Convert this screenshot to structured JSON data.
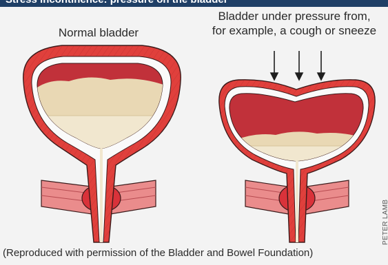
{
  "header": {
    "title": "Stress incontinence: pressure on the bladder"
  },
  "diagram": {
    "normal_label": "Normal bladder",
    "pressure_label_line1": "Bladder under pressure from,",
    "pressure_label_line2": "for example, a cough or sneeze",
    "credit": "(Reproduced with permission of the Bladder and Bowel Foundation)",
    "artist": "PETER LAMB"
  },
  "colors": {
    "muscle_red": "#e0403c",
    "muscle_dark": "#b8262a",
    "wall_white": "#fafafa",
    "lumen": "#c1313a",
    "urine": "#e9d8b4",
    "urine_light": "#f1e7cf",
    "pelvic_muscle": "#ea8c8c",
    "sphincter": "#d9323a",
    "background": "#f3f3f3"
  }
}
